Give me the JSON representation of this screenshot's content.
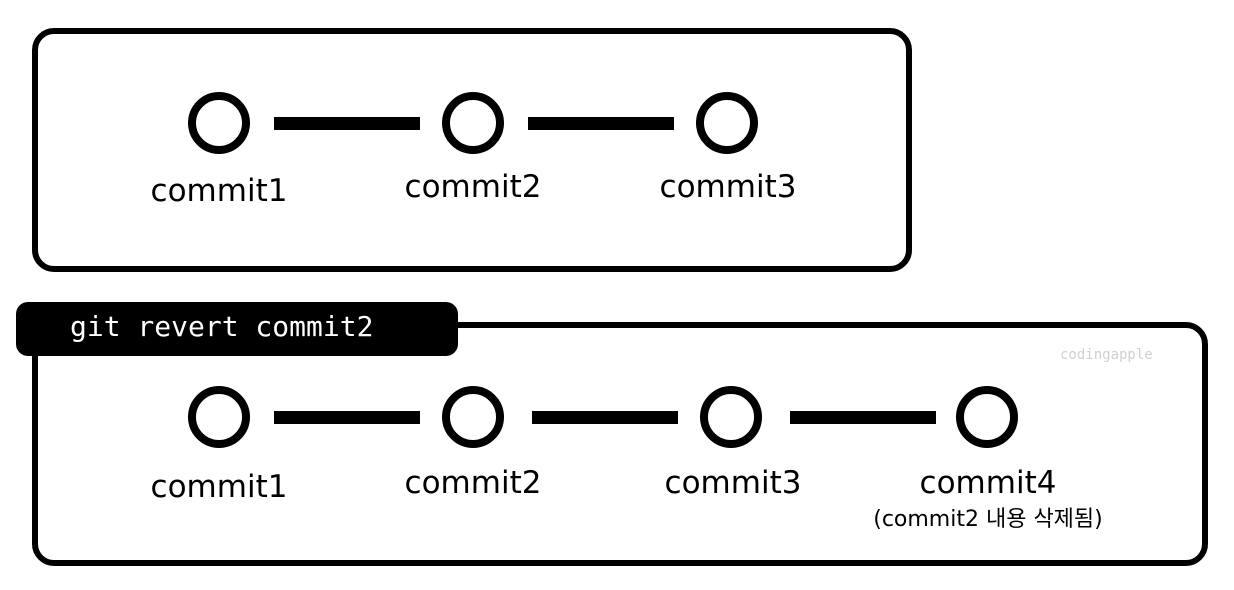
{
  "top_graph": {
    "commits": [
      {
        "label": "commit1"
      },
      {
        "label": "commit2"
      },
      {
        "label": "commit3"
      }
    ]
  },
  "command": "git revert commit2",
  "bottom_graph": {
    "commits": [
      {
        "label": "commit1"
      },
      {
        "label": "commit2"
      },
      {
        "label": "commit3"
      },
      {
        "label": "commit4",
        "note": "(commit2 내용 삭제됨)"
      }
    ]
  },
  "watermark": "codingapple"
}
